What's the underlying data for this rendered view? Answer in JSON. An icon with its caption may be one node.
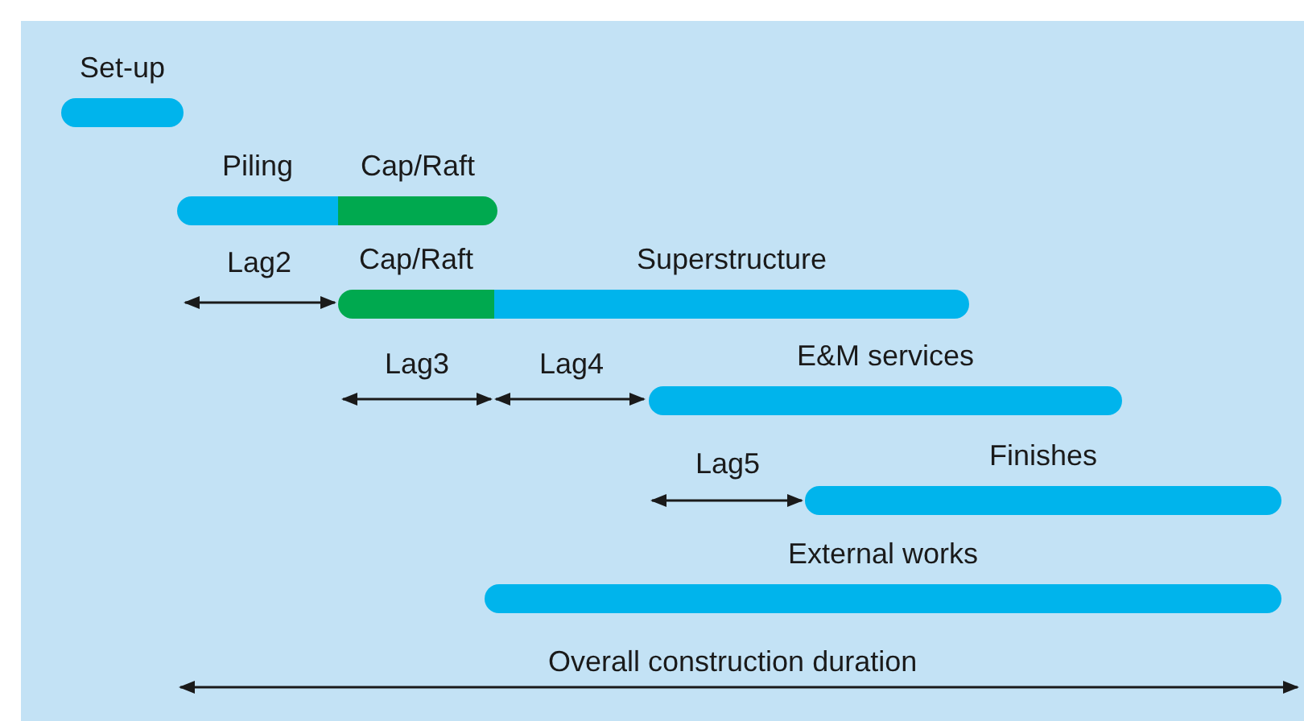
{
  "diagram": {
    "nodes": [
      {
        "text": [
          "Set-up"
        ]
      },
      {
        "text": [
          "Piling"
        ]
      },
      {
        "text": [
          "Cap/Raft"
        ]
      },
      {
        "text": [
          "Cap/Raft"
        ]
      },
      {
        "text": [
          "Superstructure"
        ]
      },
      {
        "text": [
          "E&M services"
        ]
      },
      {
        "text": [
          "Finishes"
        ]
      },
      {
        "text": [
          "External works"
        ]
      }
    ],
    "labels": [
      "Lag2",
      "Lag3",
      "Lag4",
      "Lag5",
      "Overall construction duration"
    ]
  }
}
